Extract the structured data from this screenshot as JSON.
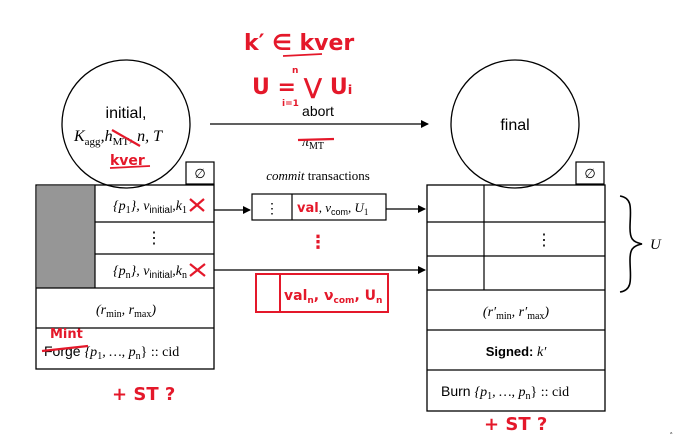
{
  "left_state": {
    "circle_line1": "initial,",
    "circle_line2": "K",
    "circle_line2_sub": "agg",
    "circle_line2_rest_a": ",",
    "circle_line2_struck": "h",
    "circle_line2_struck_sub": "MT",
    "circle_line2_rest_b": ", n, T",
    "empty_badge": "∅",
    "row1": {
      "pre": "{p",
      "pre_sub": "1",
      "mid": "}, ν",
      "mid_sub": "initial",
      "comma": ",",
      "struck": "k",
      "struck_sub": "1"
    },
    "row_dots": "⋮",
    "rown": {
      "pre": "{p",
      "pre_sub": "n",
      "mid": "}, ν",
      "mid_sub": "initial",
      "comma": ",",
      "struck": "k",
      "struck_sub": "n"
    },
    "range_box": {
      "open": "(r",
      "min_sub": "min",
      "sep": ", r",
      "max_sub": "max",
      "close": ")"
    },
    "forge_box": {
      "struck_word": "Forge",
      "rest": "{p",
      "sub1": "1",
      "middle": ", …, p",
      "subn": "n",
      "tail": "} :: cid"
    }
  },
  "transition": {
    "abort_label": "abort",
    "pi_label": "π",
    "pi_sub": "MT",
    "commit_italic": "commit",
    "commit_rest": " transactions",
    "commit_dots": "⋮",
    "commit_struck": "val",
    "commit_tail": ", ν",
    "commit_tail_sub": "com",
    "commit_u": ", U",
    "commit_u_sub": "1",
    "mid_dots": "⋮"
  },
  "right_state": {
    "circle_label": "final",
    "empty_badge": "∅",
    "row_dots": "⋮",
    "range_box": {
      "open": "(r′",
      "min_sub": "min",
      "sep": ", r′",
      "max_sub": "max",
      "close": ")"
    },
    "signed_label": "Signed: ",
    "signed_value": "k′",
    "burn_box": {
      "word": "Burn ",
      "rest": "{p",
      "sub1": "1",
      "middle": ", …, p",
      "subn": "n",
      "tail": "} :: cid"
    },
    "brace_label": "U"
  },
  "annotations": {
    "k_prime_line": "k′ ∈ kver",
    "u_line": "U = ⋁ Uᵢ",
    "u_over": "n",
    "u_under": "i=1",
    "kver_under_circle": "kver",
    "mint_label": "Mint",
    "st_left": "+ ST ?",
    "st_right": "+ ST ?",
    "boxed_line": "val",
    "boxed_line_sub": "n",
    "boxed_line_rest": ", ν",
    "boxed_line_sub2": "com",
    "boxed_line_tail": ", U",
    "boxed_line_sub3": "n"
  },
  "colors": {
    "ink": "#000000",
    "annotation": "#e4182a",
    "shaded": "#969696"
  },
  "page_mark": "ﾞ"
}
